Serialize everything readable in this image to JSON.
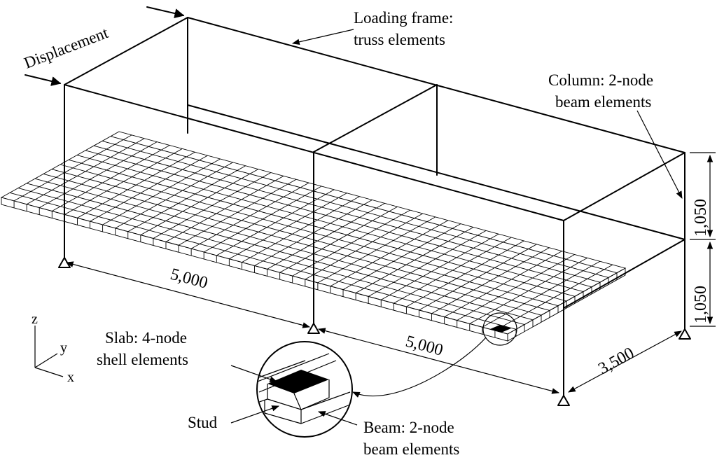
{
  "labels": {
    "displacement": "Displacement",
    "loading_frame_line1": "Loading frame:",
    "loading_frame_line2": "truss elements",
    "column_line1": "Column: 2-node",
    "column_line2": "beam elements",
    "slab_line1": "Slab: 4-node",
    "slab_line2": "shell elements",
    "stud": "Stud",
    "beam_line1": "Beam: 2-node",
    "beam_line2": "beam elements"
  },
  "dimensions": {
    "span1": "5,000",
    "span2": "5,000",
    "width": "3,500",
    "height_upper": "1,050",
    "height_lower": "1,050"
  },
  "axes": {
    "z": "z",
    "y": "y",
    "x": "x"
  }
}
